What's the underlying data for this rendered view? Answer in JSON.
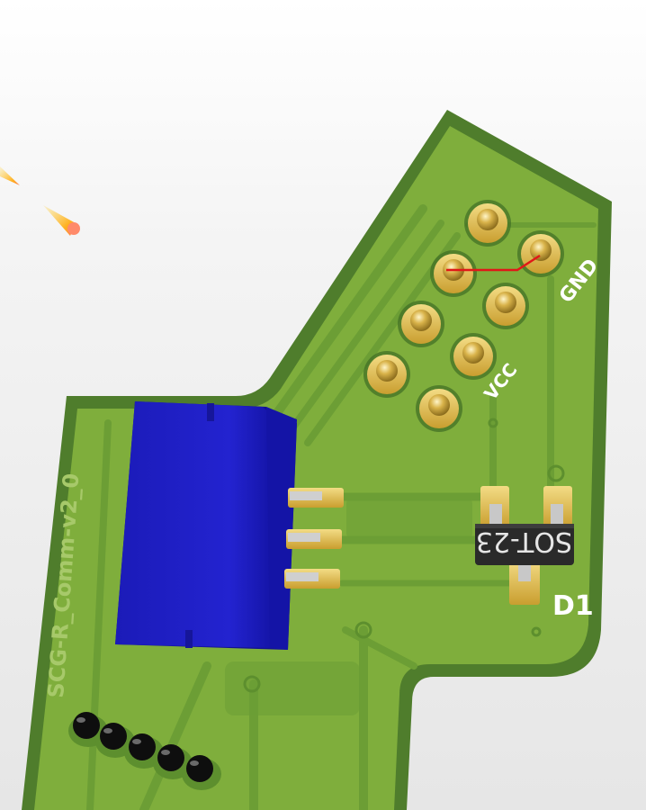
{
  "board": {
    "name": "SCG-R_Comm-v2_0",
    "soldermask_color": "#7fae3c",
    "edge_color": "#4f7d2c",
    "copper_color": "#6c9e35"
  },
  "labels": {
    "gnd": "GND",
    "vcc": "VCC",
    "package": "SOT-23",
    "reference": "D1"
  },
  "connector": {
    "body_color": "#1f1fc8"
  },
  "components": {
    "pad_color": "#d8b54a"
  }
}
